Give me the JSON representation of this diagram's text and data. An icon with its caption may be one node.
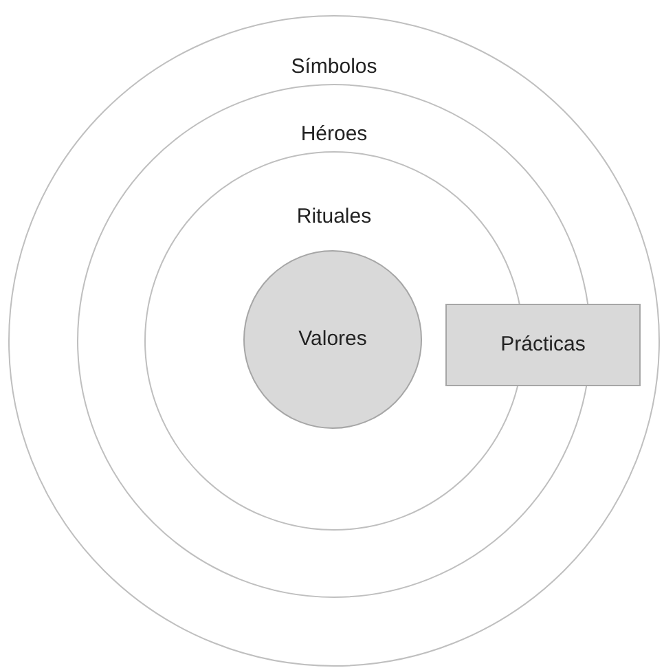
{
  "diagram": {
    "nodes": [
      {
        "text": [
          "Símbolos"
        ]
      },
      {
        "text": [
          "Héroes"
        ],
        "in": 0
      },
      {
        "text": [
          "Rituales"
        ],
        "in": 1
      },
      {
        "text": [
          "Valores"
        ],
        "in": 2
      },
      {
        "text": [
          "Prácticas"
        ],
        "in": 0
      }
    ]
  }
}
